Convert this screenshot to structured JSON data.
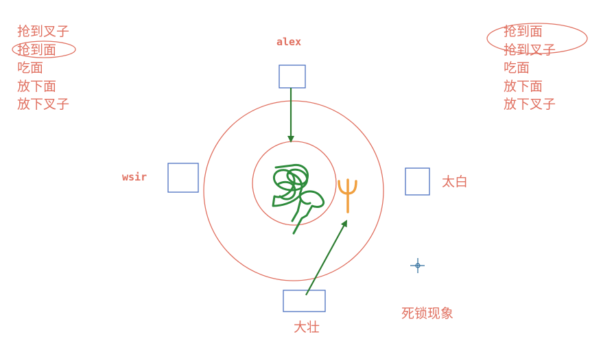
{
  "diagram": {
    "people": {
      "alex": "alex",
      "wsir": "wsir",
      "taibai": "太白",
      "dazhuang": "大壮"
    },
    "left_steps": [
      "抢到叉子",
      "抢到面",
      "吃面",
      "放下面",
      "放下叉子"
    ],
    "right_steps": [
      "抢到面",
      "抢到叉子",
      "吃面",
      "放下面",
      "放下叉子"
    ],
    "caption": "死锁现象",
    "colors": {
      "text": "#e07060",
      "seat": "#4a6fc0",
      "table": "#e07060",
      "noodles": "#2e8b3c",
      "arrow": "#2e7d32",
      "fork": "#f0a040",
      "crosshair": "#2a6a9a"
    },
    "icons": {
      "fork": "fork-icon",
      "noodles": "noodles-scribble-icon",
      "cursor": "crosshair-cursor-icon"
    }
  }
}
